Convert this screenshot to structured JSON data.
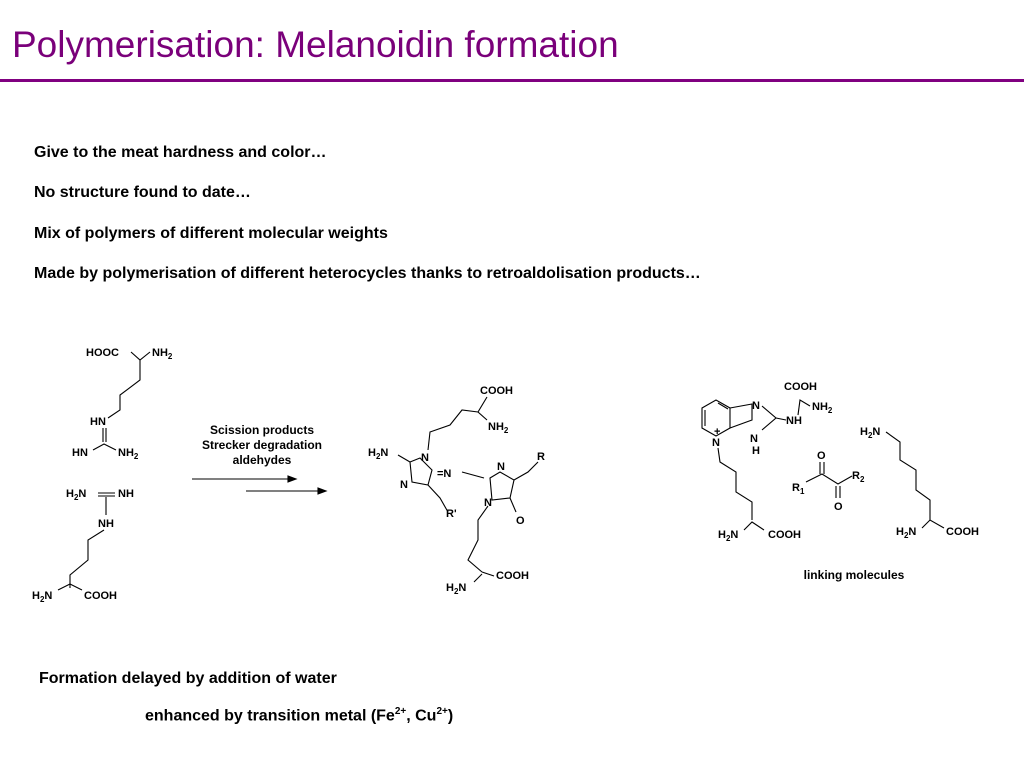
{
  "slide": {
    "title": "Polymerisation: Melanoidin formation",
    "bullets": [
      "Give to the meat hardness and color…",
      "No structure found to date…",
      "Mix of polymers of different molecular weights",
      "Made by polymerisation of different heterocycles thanks to retroaldolisation products…"
    ],
    "arrow_labels": [
      "Scission products",
      "Strecker degradation",
      "aldehydes"
    ],
    "linking_caption": "linking molecules",
    "footer_line1": "Formation delayed by addition of water",
    "footer_line2_prefix": "enhanced by transition metal  (Fe",
    "footer_sup1": "2+",
    "footer_mid": ", Cu",
    "footer_sup2": "2+",
    "footer_suffix": ")",
    "colors": {
      "title": "#7a007a",
      "rule": "#800080"
    }
  },
  "chem": {
    "hooc": "HOOC",
    "cooh": "COOH",
    "nh2": "NH",
    "h2n": "H",
    "n": "N",
    "nh": "NH",
    "hn": "HN",
    "h": "H",
    "r": "R",
    "rp": "R'",
    "o": "O",
    "plus": "+",
    "r1": "R",
    "r2": "R",
    "sub2": "2",
    "sub1": "1",
    "n_suffix": "N",
    "eqN": "=N"
  }
}
